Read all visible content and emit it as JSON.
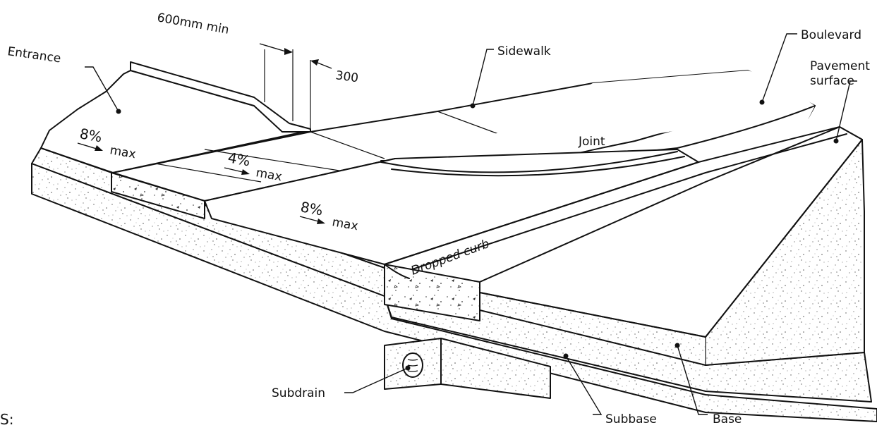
{
  "labels": {
    "entrance": "Entrance",
    "min_600": "600mm  min",
    "dim_300": "300",
    "sidewalk": "Sidewalk",
    "boulevard": "Boulevard",
    "pavement_surface_line1": "Pavement",
    "pavement_surface_line2": "surface",
    "slope_left_value": "8%",
    "slope_left_unit": "max",
    "slope_mid_value": "4%",
    "slope_mid_unit": "max",
    "slope_lower_value": "8%",
    "slope_lower_unit": "max",
    "joint": "Joint",
    "dropped_curb": "Dropped curb",
    "subdrain": "Subdrain",
    "subbase": "Subbase",
    "base": "Base",
    "partial_bottom_left": "S:"
  },
  "colors": {
    "line": "#111111",
    "background": "#ffffff",
    "speckle": "#555555"
  }
}
